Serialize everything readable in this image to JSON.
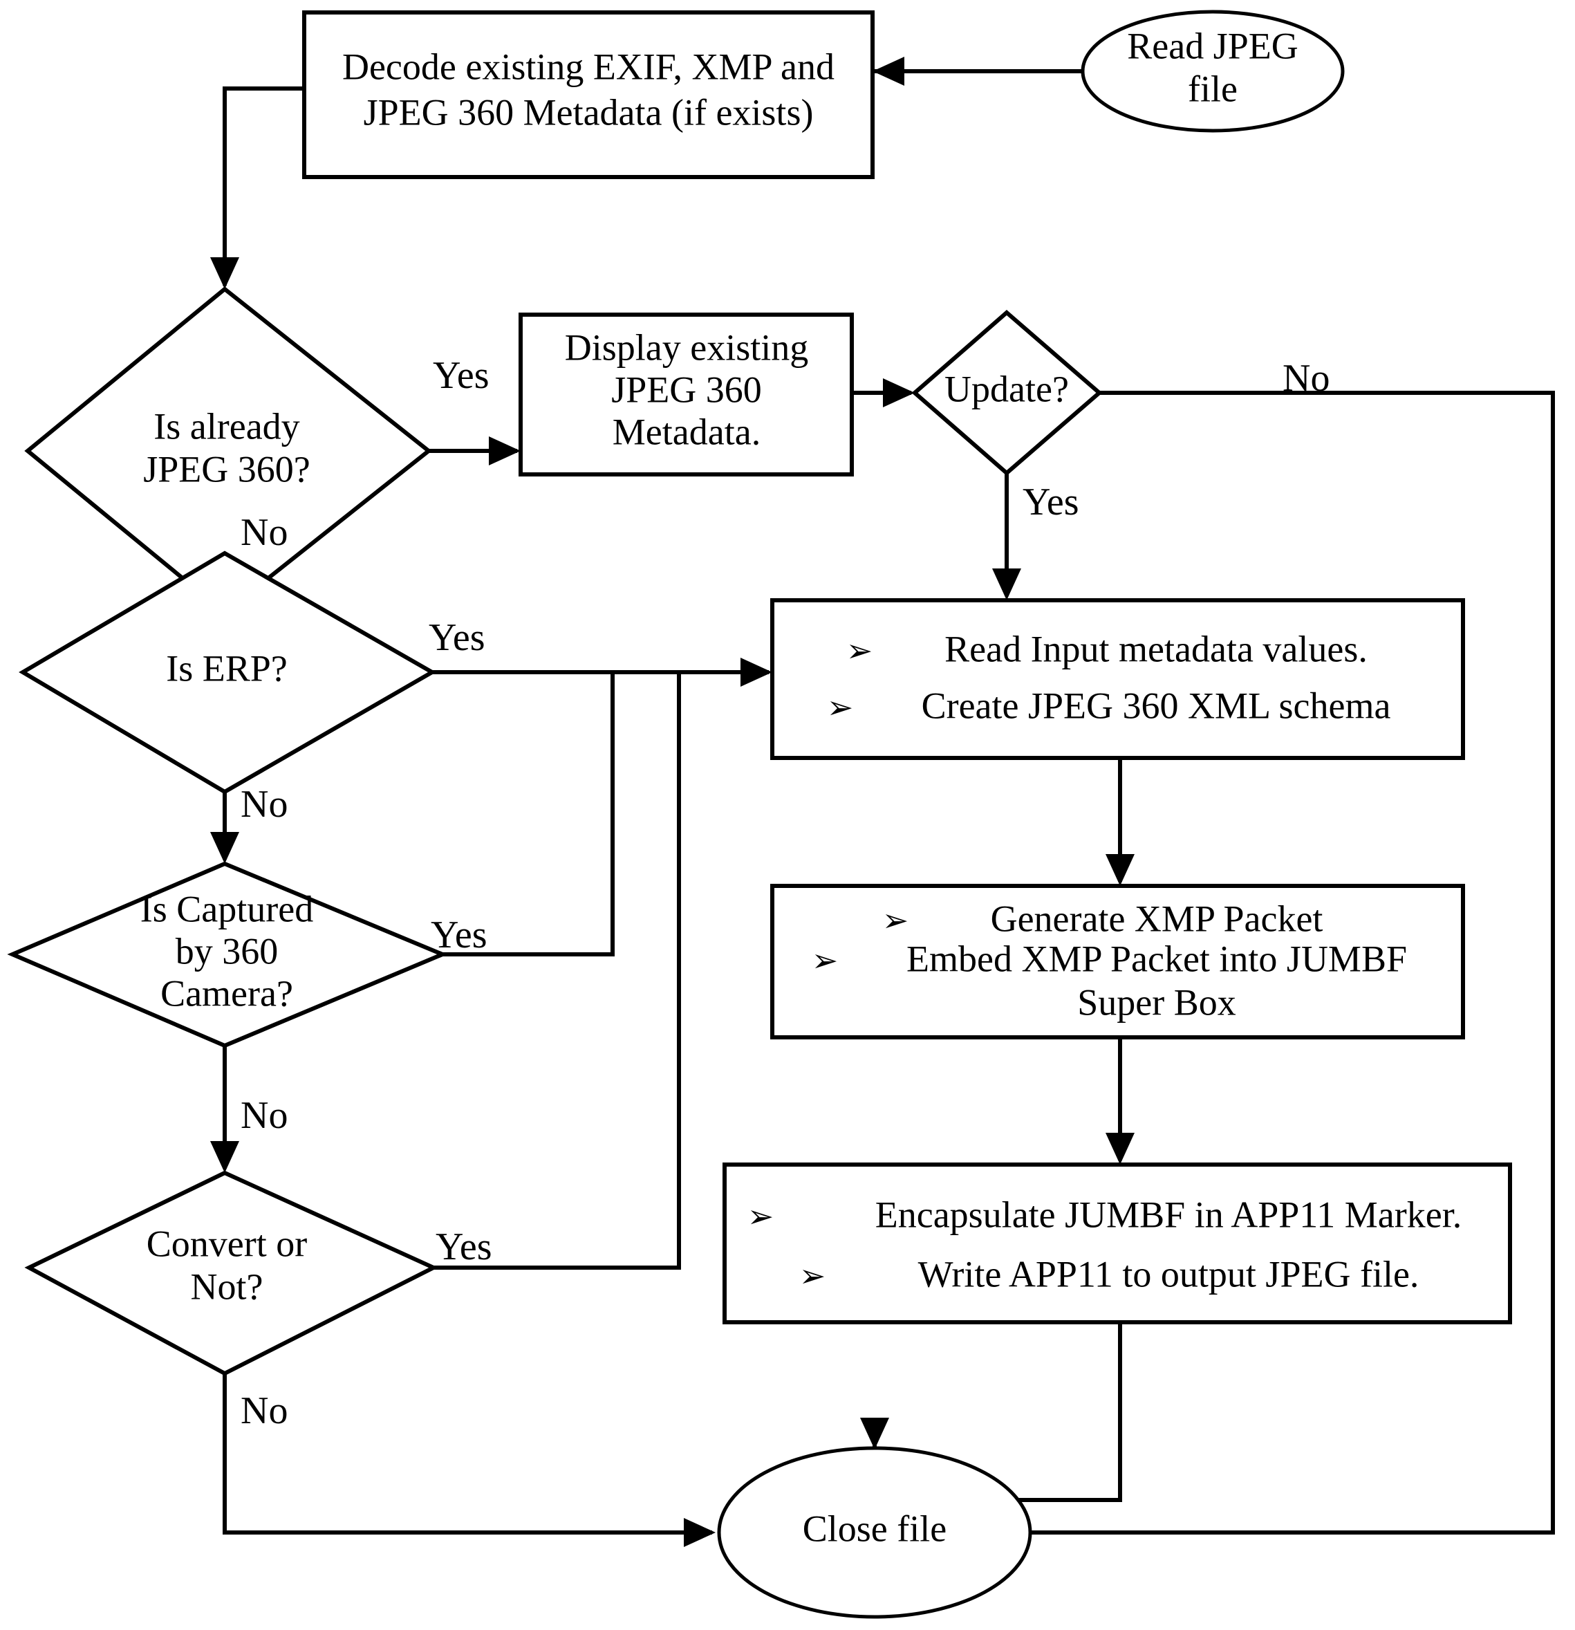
{
  "diagram": {
    "title": "JPEG 360 metadata read/write flowchart",
    "colors": {
      "stroke": "#000000",
      "fill": "#ffffff",
      "text": "#000000"
    },
    "bullet_glyph": "➢",
    "nodes": {
      "read_jpeg": {
        "type": "terminator",
        "lines": [
          "Read JPEG",
          "file"
        ]
      },
      "decode": {
        "type": "process",
        "lines": [
          "Decode existing EXIF, XMP and",
          "JPEG 360 Metadata (if exists)"
        ]
      },
      "is_already": {
        "type": "decision",
        "lines": [
          "Is already",
          "JPEG 360?"
        ]
      },
      "display_existing": {
        "type": "process",
        "lines": [
          "Display existing",
          "JPEG 360",
          "Metadata."
        ]
      },
      "update": {
        "type": "decision",
        "lines": [
          "Update?"
        ]
      },
      "is_erp": {
        "type": "decision",
        "lines": [
          "Is ERP?"
        ]
      },
      "is_captured": {
        "type": "decision",
        "lines": [
          "Is Captured",
          "by 360",
          "Camera?"
        ]
      },
      "convert_or_not": {
        "type": "decision",
        "lines": [
          "Convert or",
          "Not?"
        ]
      },
      "read_input": {
        "type": "process",
        "bullets": [
          "Read Input metadata values.",
          "Create JPEG 360 XML schema"
        ]
      },
      "generate_xmp": {
        "type": "process",
        "bullets": [
          "Generate XMP Packet",
          "Embed XMP Packet into JUMBF"
        ],
        "extra_lines": [
          "Super Box"
        ]
      },
      "encapsulate": {
        "type": "process",
        "bullets": [
          "Encapsulate JUMBF in APP11 Marker.",
          "Write APP11 to output JPEG file."
        ]
      },
      "close_file": {
        "type": "terminator",
        "lines": [
          "Close file"
        ]
      }
    },
    "edge_labels": {
      "already_yes": "Yes",
      "already_no": "No",
      "update_no": "No",
      "update_yes": "Yes",
      "erp_yes": "Yes",
      "erp_no": "No",
      "captured_yes": "Yes",
      "captured_no": "No",
      "convert_yes": "Yes",
      "convert_no": "No"
    }
  }
}
